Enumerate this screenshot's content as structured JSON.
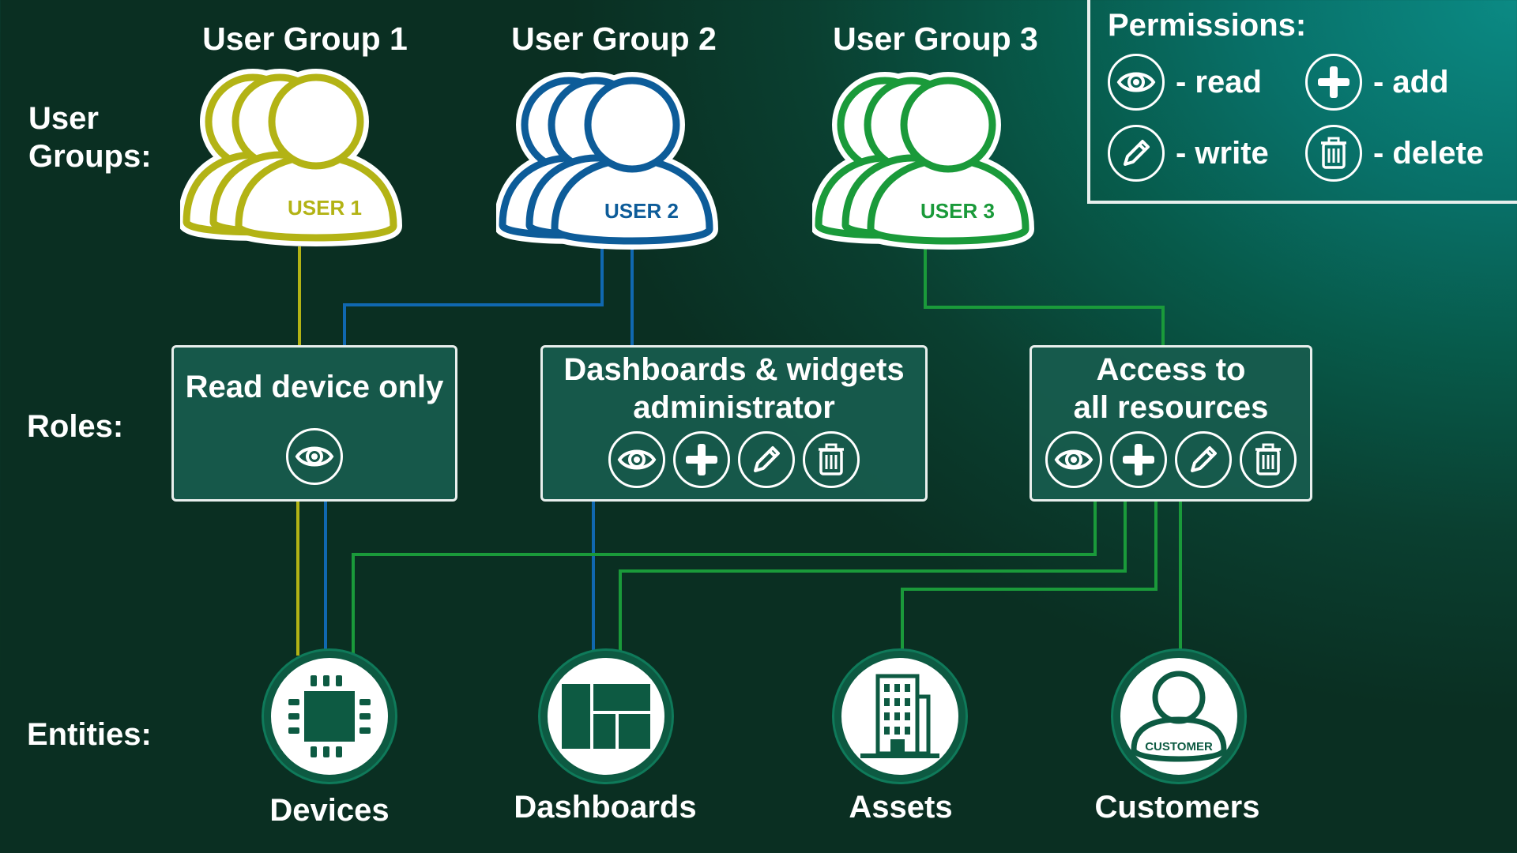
{
  "labels": {
    "user_groups": "User\nGroups:",
    "roles": "Roles:",
    "entities": "Entities:"
  },
  "groups": [
    {
      "title": "User Group 1",
      "badge": "USER 1",
      "color": "#b3b315"
    },
    {
      "title": "User Group 2",
      "badge": "USER 2",
      "color": "#0d5c99"
    },
    {
      "title": "User Group 3",
      "badge": "USER 3",
      "color": "#1a9a3a"
    }
  ],
  "roles": [
    {
      "title": "Read device only",
      "permissions": [
        "read"
      ]
    },
    {
      "title": "Dashboards & widgets\nadministrator",
      "permissions": [
        "read",
        "add",
        "write",
        "delete"
      ]
    },
    {
      "title": "Access to\nall resources",
      "permissions": [
        "read",
        "add",
        "write",
        "delete"
      ]
    }
  ],
  "entities": [
    {
      "label": "Devices",
      "icon": "chip-icon"
    },
    {
      "label": "Dashboards",
      "icon": "dashboard-icon"
    },
    {
      "label": "Assets",
      "icon": "building-icon"
    },
    {
      "label": "Customers",
      "icon": "customer-icon",
      "badge": "CUSTOMER"
    }
  ],
  "legend": {
    "title": "Permissions:",
    "items": [
      {
        "icon": "eye-icon",
        "text": "- read"
      },
      {
        "icon": "plus-icon",
        "text": "- add"
      },
      {
        "icon": "pencil-icon",
        "text": "- write"
      },
      {
        "icon": "trash-icon",
        "text": "- delete"
      }
    ]
  },
  "colors": {
    "group1": "#b3b315",
    "group2": "#0d5c99",
    "group3": "#1a9a3a",
    "entity_ring": "#0d5a42"
  }
}
